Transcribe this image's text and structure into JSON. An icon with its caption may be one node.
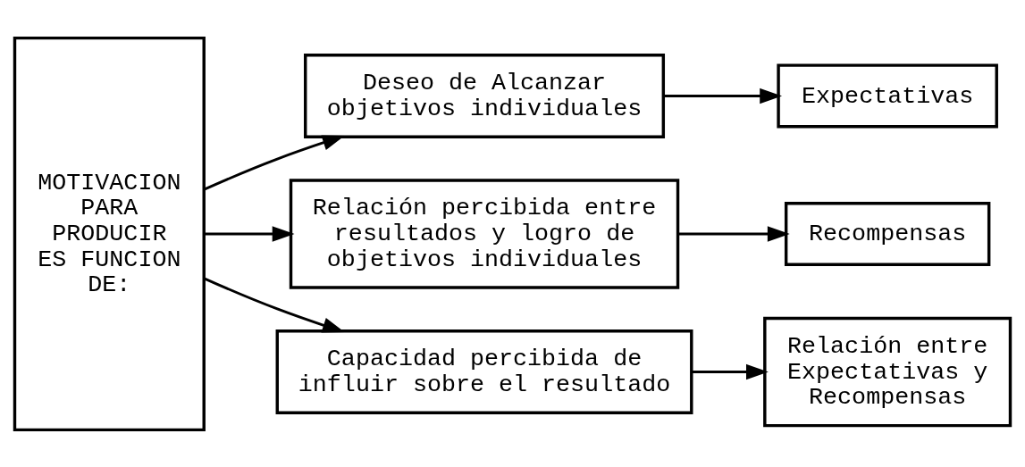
{
  "diagram": {
    "nodes": [
      {
        "text": [
          "MOTIVACION PARA PRODUCIR ES FUNCION DE:"
        ]
      },
      {
        "text": [
          "Deseo de Alcanzar objetivos individuales"
        ]
      },
      {
        "text": [
          "Expectativas"
        ]
      },
      {
        "text": [
          "Relación percibida entre resultados y logro de objetivos individuales"
        ]
      },
      {
        "text": [
          "Recompensas"
        ]
      },
      {
        "text": [
          "Capacidad percibida de influir sobre el resultado"
        ]
      },
      {
        "text": [
          "Relación entre Expectativas y Recompensas"
        ]
      }
    ],
    "edges": [
      {
        "from": 0,
        "to": 1,
        "arrow": "to"
      },
      {
        "from": 1,
        "to": 2,
        "arrow": "to"
      },
      {
        "from": 0,
        "to": 3,
        "arrow": "to"
      },
      {
        "from": 3,
        "to": 4,
        "arrow": "to"
      },
      {
        "from": 0,
        "to": 5,
        "arrow": "to"
      },
      {
        "from": 5,
        "to": 6,
        "arrow": "to"
      }
    ]
  }
}
